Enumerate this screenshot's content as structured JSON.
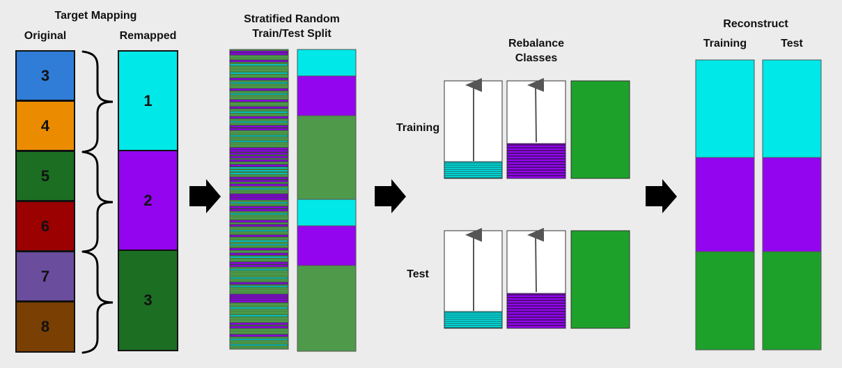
{
  "section1": {
    "title": "Target Mapping",
    "col_original": "Original",
    "col_remapped": "Remapped"
  },
  "original_classes": [
    {
      "label": "3",
      "color": "#2f7dd7"
    },
    {
      "label": "4",
      "color": "#eb8c00"
    },
    {
      "label": "5",
      "color": "#1b6e22"
    },
    {
      "label": "6",
      "color": "#9b0101"
    },
    {
      "label": "7",
      "color": "#6a4d9d"
    },
    {
      "label": "8",
      "color": "#7a3f02"
    }
  ],
  "remapped_classes": [
    {
      "label": "1",
      "color": "#00e8e8"
    },
    {
      "label": "2",
      "color": "#9305ef"
    },
    {
      "label": "3",
      "color": "#1b6e22"
    }
  ],
  "section2": {
    "title_line1": "Stratified Random",
    "title_line2": "Train/Test Split"
  },
  "section3": {
    "title_line1": "Rebalance",
    "title_line2": "Classes",
    "row_training": "Training",
    "row_test": "Test"
  },
  "section4": {
    "title": "Reconstruct",
    "col_training": "Training",
    "col_test": "Test"
  },
  "colors": {
    "cyan": "#00e8e8",
    "purple": "#9305ef",
    "green_bright": "#1ea12a",
    "green_dark": "#1b6e22",
    "green_split": "#4e9a4a",
    "arrow": "#000000"
  }
}
